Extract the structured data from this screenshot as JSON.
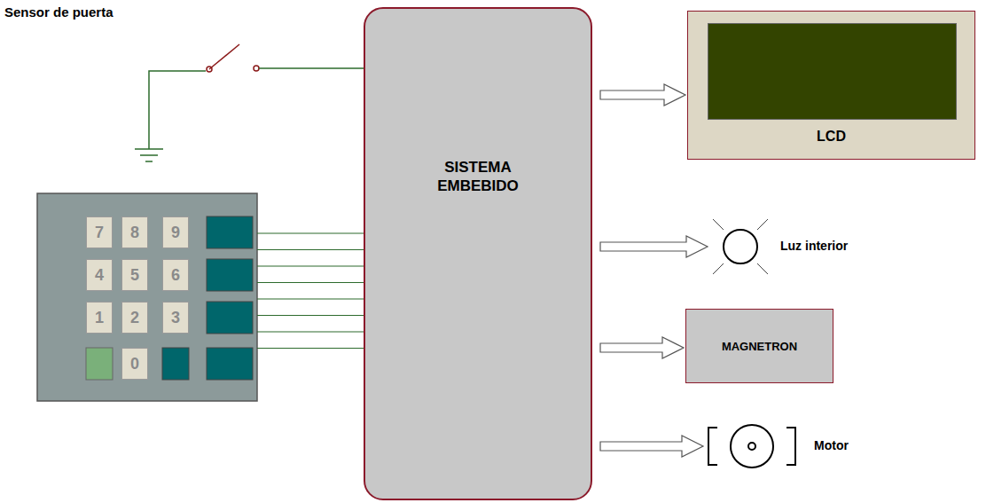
{
  "diagram": {
    "nodes": [
      {
        "text": [
          "SISTEMA EMBEBIDO"
        ]
      },
      {
        "text": [
          "LCD"
        ]
      },
      {
        "text": [
          "7"
        ]
      },
      {
        "text": [
          "8"
        ]
      },
      {
        "text": [
          "9"
        ]
      },
      {
        "text": [
          "4"
        ]
      },
      {
        "text": [
          "5"
        ]
      },
      {
        "text": [
          "6"
        ]
      },
      {
        "text": [
          "1"
        ]
      },
      {
        "text": [
          "2"
        ]
      },
      {
        "text": [
          "3"
        ]
      },
      {
        "text": [
          "0"
        ]
      },
      {
        "text": [
          "Luz interior"
        ]
      },
      {
        "text": [
          "MAGNETRON"
        ]
      },
      {
        "text": [
          "Motor"
        ]
      }
    ],
    "edges": [
      {
        "from": 0,
        "to": 1,
        "arrow": "to"
      },
      {
        "from": 0,
        "to": 12,
        "arrow": "to"
      },
      {
        "from": 0,
        "to": 13,
        "arrow": "to"
      },
      {
        "from": 0,
        "to": 14,
        "arrow": "to"
      }
    ],
    "labels": [
      "Sensor de puerta"
    ]
  }
}
